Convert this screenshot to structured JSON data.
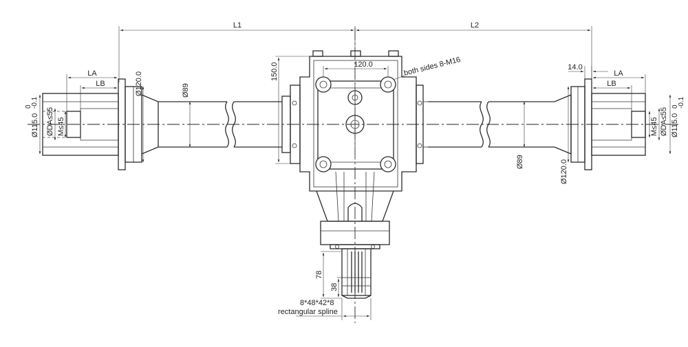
{
  "labels": {
    "l1": "L1",
    "l2": "L2",
    "la_left": "LA",
    "lb_left": "LB",
    "la_right": "LA",
    "lb_right": "LB",
    "d120_left": "Ø120.0",
    "d120_right": "Ø120.0",
    "d89_left": "Ø89",
    "d89_right": "Ø89",
    "d150": "150.0",
    "d120_top": "120.0",
    "bolts_note": "both sides 8-M16",
    "d14": "14.0",
    "d115_left": "Ø115.0",
    "d115_left_upper": "0",
    "d115_left_lower": "-0.1",
    "d115_right": "Ø115.0",
    "d115_right_upper": "0",
    "d115_right_lower": "-0.1",
    "da_left": "ØDA≤55",
    "m_left": "M≤45",
    "da_right": "ØDA≤55",
    "m_right": "M≤45",
    "d78": "78",
    "d38": "38",
    "spline_size": "8*48*42*8",
    "spline_type": "rectangular spline"
  }
}
